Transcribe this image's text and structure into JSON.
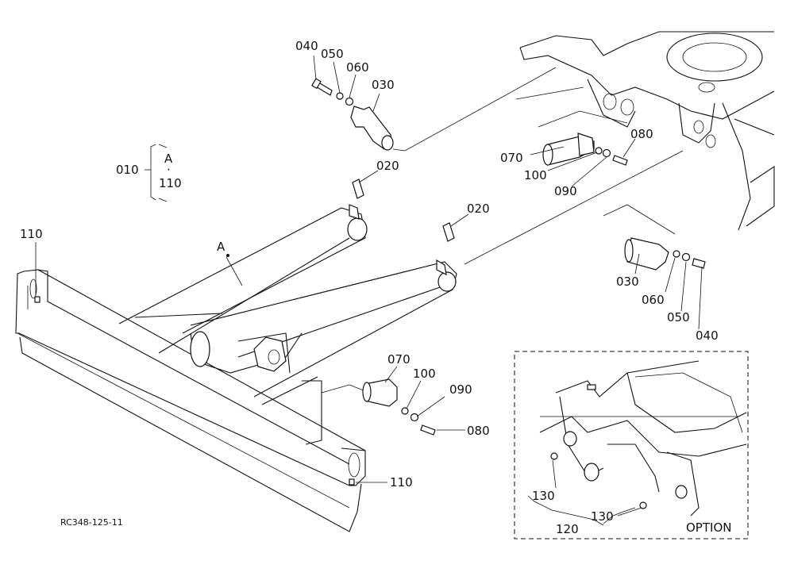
{
  "drawing_code": "RC348-125-11",
  "option_label": "OPTION",
  "group_bracket": {
    "part": "010",
    "top": "A",
    "dot": "·",
    "bottom": "110"
  },
  "view_marker": "A",
  "callouts": {
    "p040_top": "040",
    "p050_top": "050",
    "p060_top": "060",
    "p030_top": "030",
    "p020_left": "020",
    "p020_right": "020",
    "p110_left": "110",
    "p110_right": "110",
    "p070_top": "070",
    "p100_top": "100",
    "p090_top": "090",
    "p080_top": "080",
    "p030_mid": "030",
    "p060_mid": "060",
    "p050_mid": "050",
    "p040_mid": "040",
    "p070_bot": "070",
    "p100_bot": "100",
    "p090_bot": "090",
    "p080_bot": "080",
    "p130_a": "130",
    "p130_b": "130",
    "p120": "120"
  }
}
